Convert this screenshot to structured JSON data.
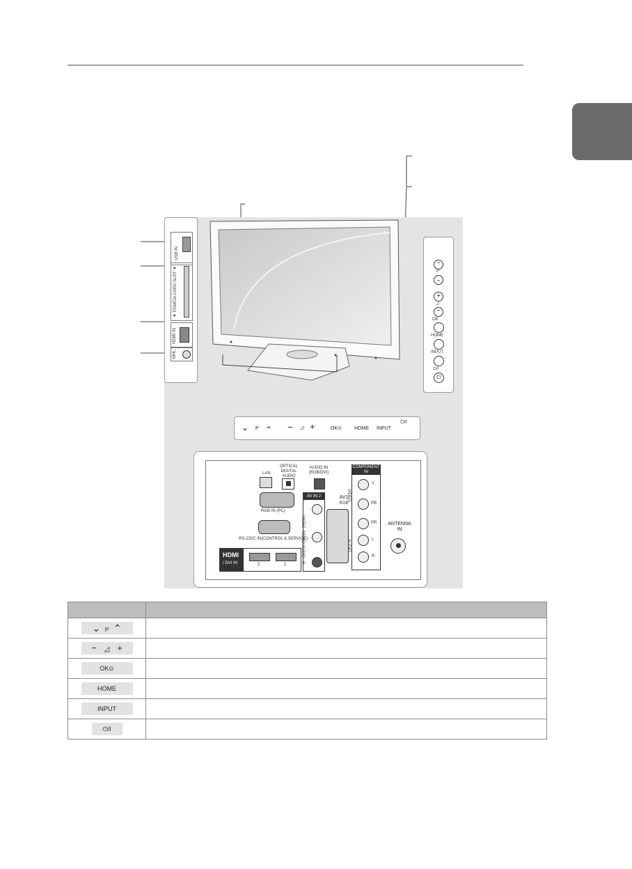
{
  "side_tab_color": "#6b6b6b",
  "panel_color": "#e4e4e4",
  "left_panel": {
    "usb_label": "USB IN",
    "pcmcia_label": "▼ PCMCIA CARD SLOT ▼",
    "hdmi_label": "HDMI IN",
    "mhl_label": "MHL"
  },
  "side_buttons": {
    "p": "P",
    "ok": "OK",
    "home": "HOME",
    "input": "INPUT",
    "power": "⏻/I"
  },
  "front_strip": {
    "p": "P",
    "ok": "OK⊙",
    "home": "HOME",
    "input": "INPUT",
    "power": "⏻/I"
  },
  "rear_panel": {
    "lan": "LAN",
    "optical": "OPTICAL DIGITAL AUDIO OUT",
    "audio_in": "AUDIO IN (RGB/DVI)",
    "rgb_in": "RGB IN (PC)",
    "rs232c": "RS-232C IN(CONTROL & SERVICE)",
    "hdmi_brand": "HDMI",
    "dvi_in": "/ DVI IN",
    "hdmi_2": "2",
    "hdmi_1": "1",
    "av_in_2": "AV IN 2",
    "video_vert": "VIDEO",
    "mono_vert": "MONO",
    "audio_vert": "AUDIO",
    "r_vert": "R",
    "av1": "AV1",
    "av1_rgb": "RGB",
    "component": "COMPONENT IN",
    "y": "Y",
    "pb": "PB",
    "pr": "PR",
    "l": "L",
    "r": "R",
    "video_label": "VIDEO",
    "audio_label": "AUDIO",
    "antenna": "ANTENNA IN"
  },
  "table": {
    "header_col1": "",
    "header_col2": "",
    "rows": [
      {
        "key": "v-p-chevrons",
        "key_p": "P",
        "description": ""
      },
      {
        "key": "volume",
        "description": ""
      },
      {
        "key": "ok",
        "key_label": "OK⊙",
        "description": ""
      },
      {
        "key": "home",
        "key_label": "HOME",
        "description": ""
      },
      {
        "key": "input",
        "key_label": "INPUT",
        "description": ""
      },
      {
        "key": "power",
        "key_label": "⏻/I",
        "description": ""
      }
    ]
  }
}
